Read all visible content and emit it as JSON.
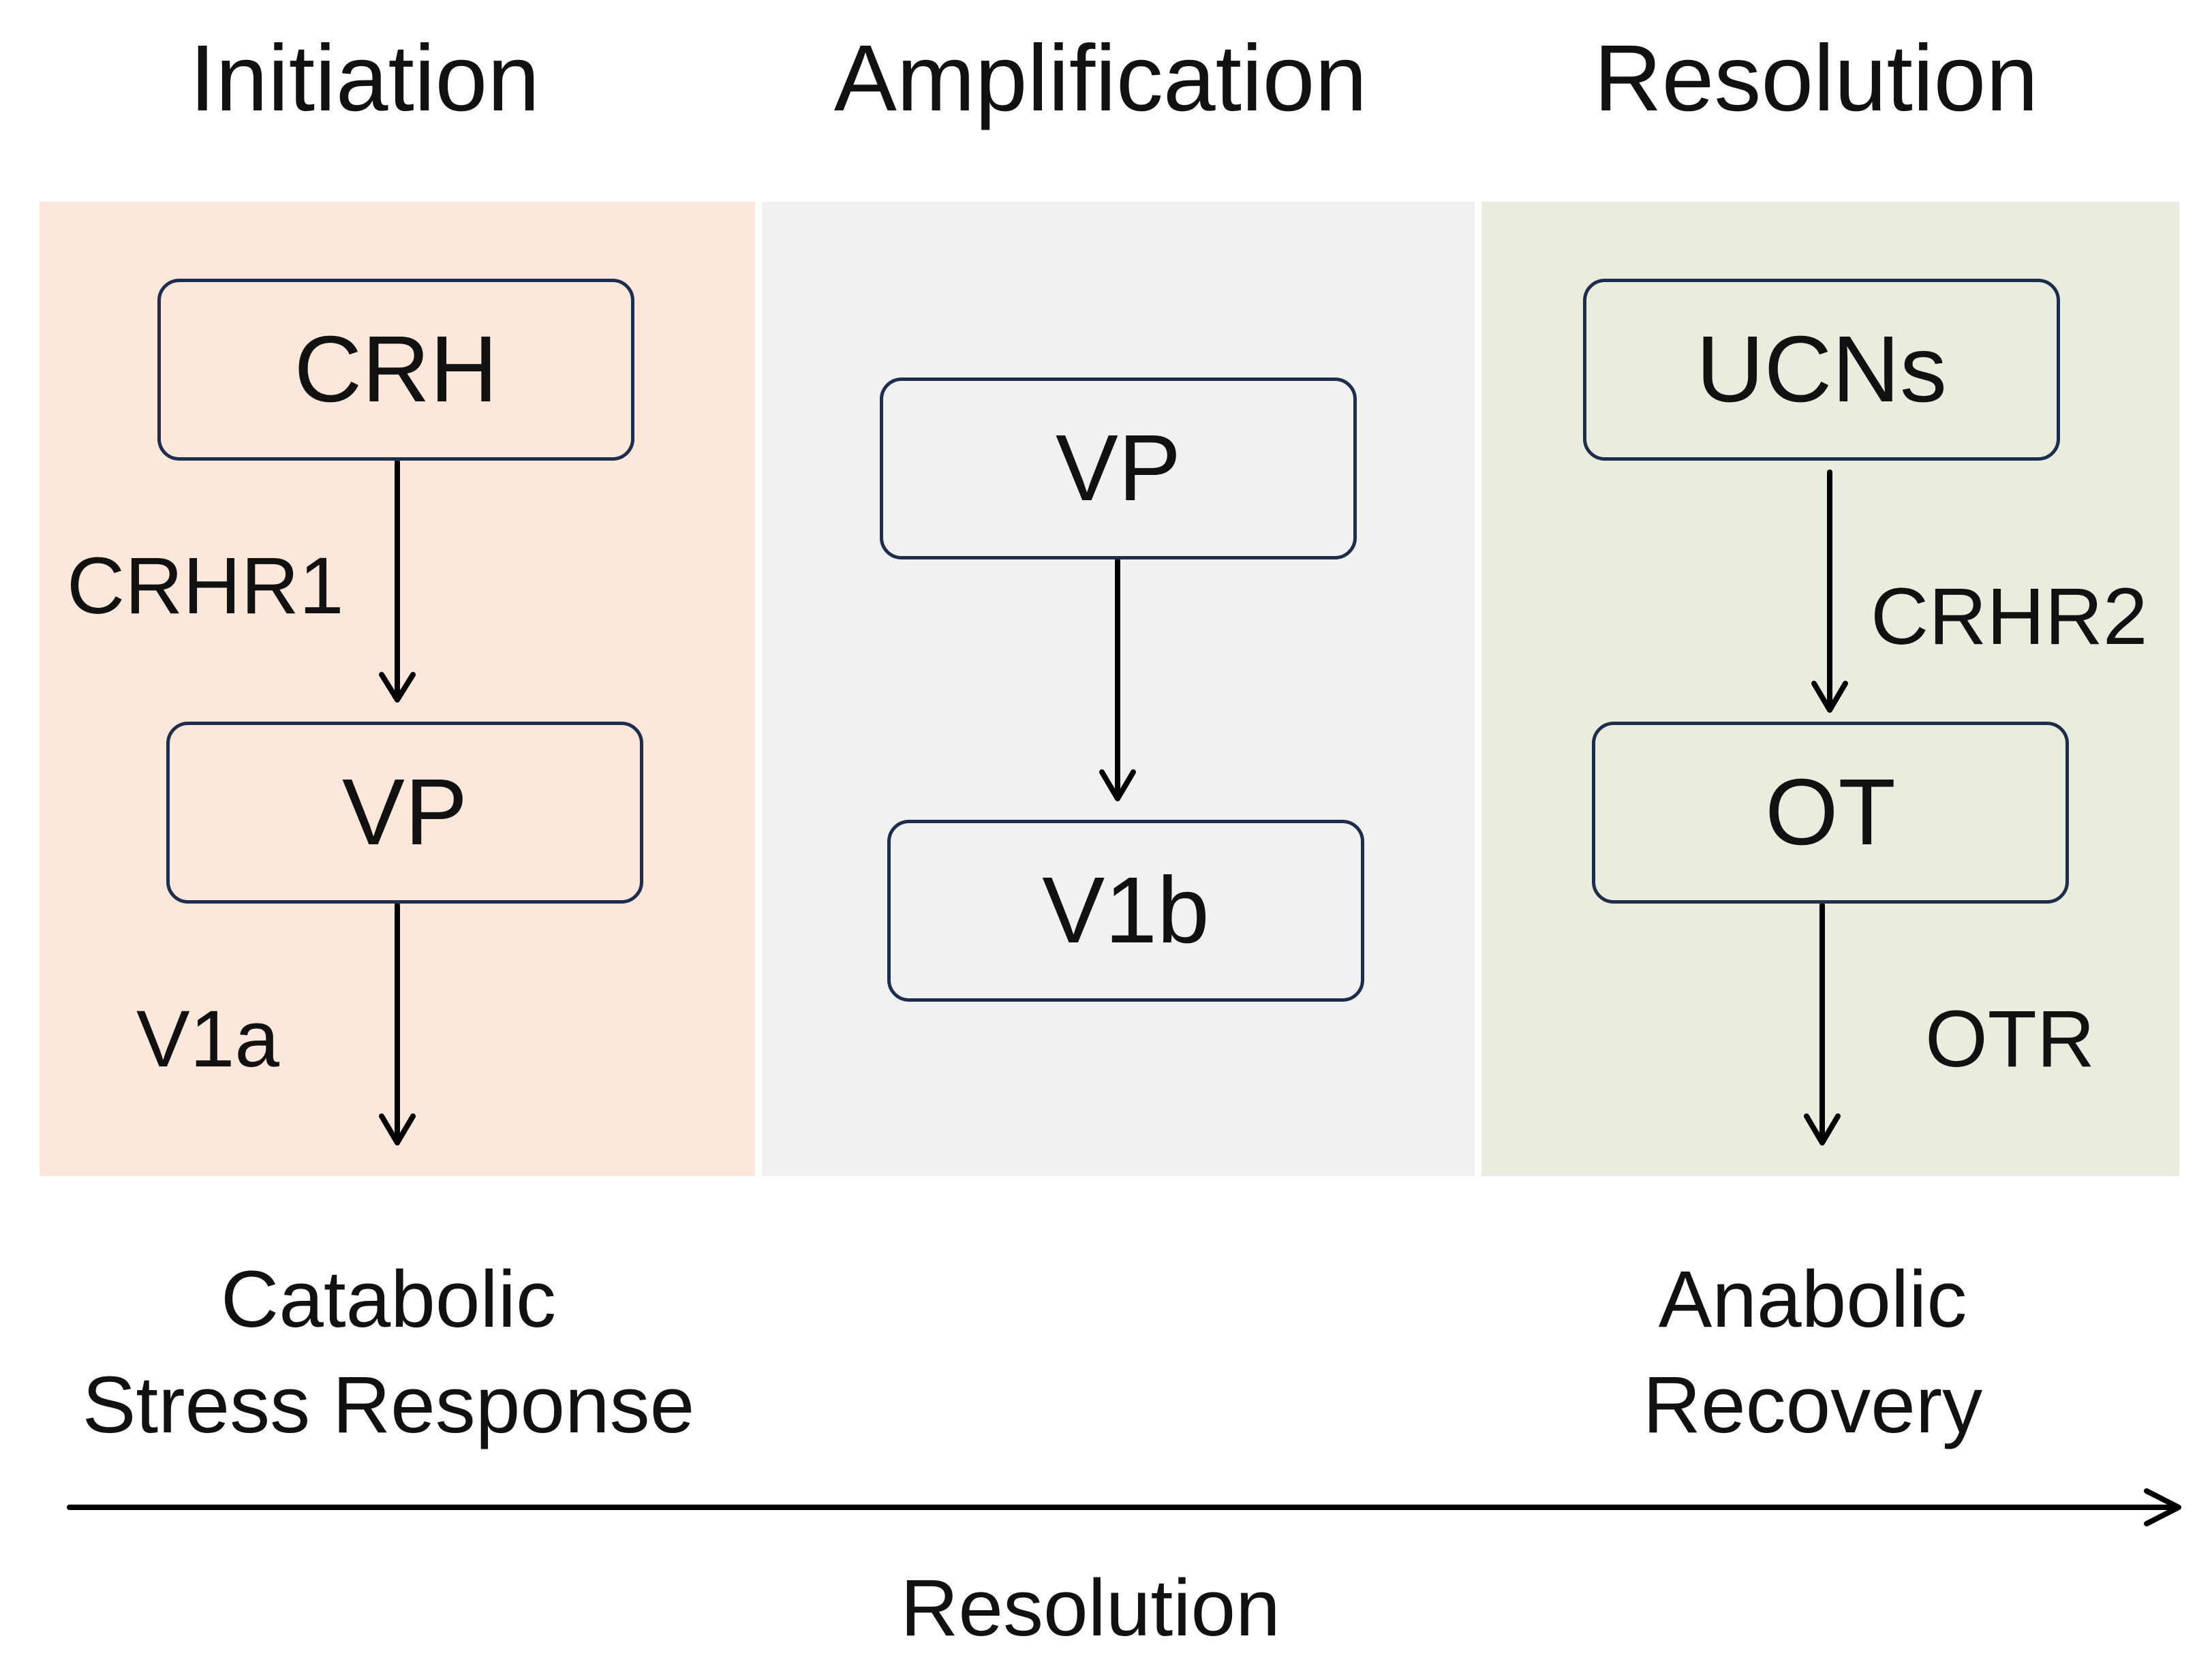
{
  "colors": {
    "initiation_panel": "#fce8da",
    "amplification_panel": "#f1f1f1",
    "resolution_panel": "#e8eddd",
    "box_border": "#1f2d4d",
    "arrow": "#000000",
    "text": "#111111"
  },
  "phases": {
    "initiation": "Initiation",
    "amplification": "Amplification",
    "resolution": "Resolution"
  },
  "nodes": {
    "crh": "CRH",
    "vp_initiation": "VP",
    "vp_amplification": "VP",
    "v1b": "V1b",
    "ucns": "UCNs",
    "ot": "OT"
  },
  "edge_labels": {
    "crhr1": "CRHR1",
    "v1a": "V1a",
    "crhr2": "CRHR2",
    "otr": "OTR"
  },
  "outcomes": {
    "catabolic_line1": "Catabolic",
    "catabolic_line2": "Stress Response",
    "anabolic_line1": "Anabolic",
    "anabolic_line2": "Recovery"
  },
  "axis": {
    "label": "Resolution"
  }
}
